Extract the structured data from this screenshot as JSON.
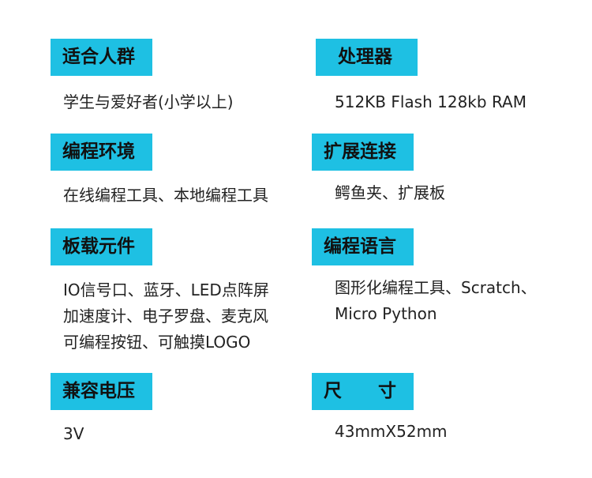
{
  "specs": {
    "left": [
      {
        "label": "适合人群",
        "value": "学生与爱好者(小学以上)"
      },
      {
        "label": "编程环境",
        "value": "在线编程工具、本地编程工具"
      },
      {
        "label": "板载元件",
        "value": "IO信号口、蓝牙、LED点阵屏\n加速度计、电子罗盘、麦克风\n可编程按钮、可触摸LOGO"
      },
      {
        "label": "兼容电压",
        "value": "3V"
      }
    ],
    "right": [
      {
        "label": "处理器",
        "value": "512KB Flash 128kb RAM"
      },
      {
        "label": "扩展连接",
        "value": "鳄鱼夹、扩展板"
      },
      {
        "label": "编程语言",
        "value": "图形化编程工具、Scratch、\nMicro Python"
      },
      {
        "label": "尺　　寸",
        "value": "43mmX52mm"
      }
    ]
  },
  "colors": {
    "label_background": "#1ec0e3",
    "label_text": "#111111",
    "value_text": "#222222"
  }
}
